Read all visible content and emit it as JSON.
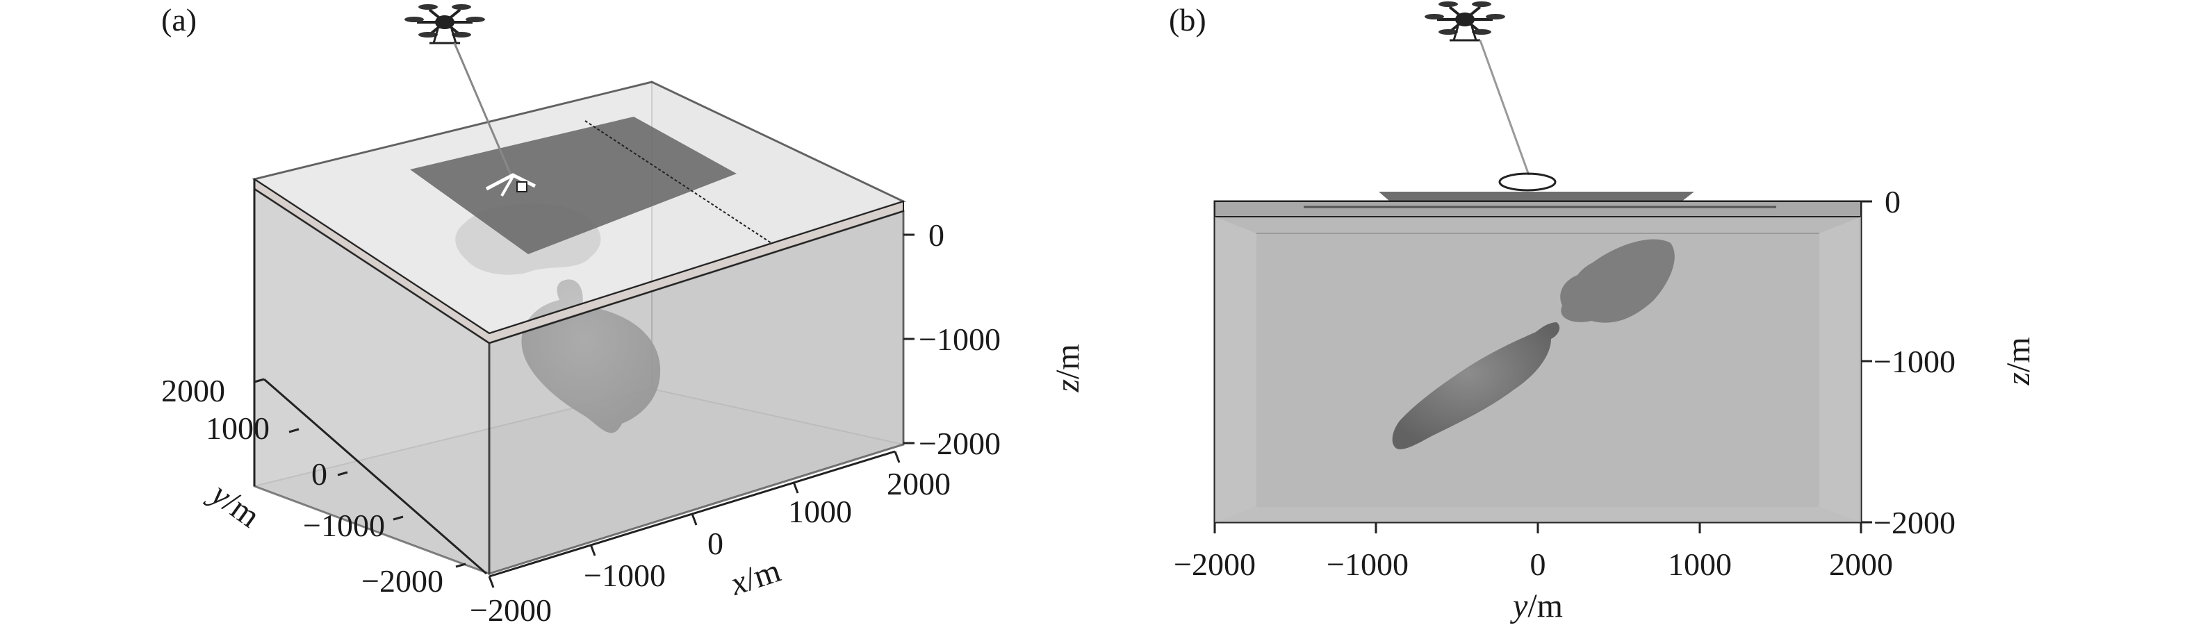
{
  "panels": {
    "a": {
      "label": "(a)",
      "z_axis": {
        "title": "z",
        "unit": "/m",
        "ticks": [
          "0",
          "−1000",
          "−2000"
        ]
      },
      "y_axis": {
        "title": "y",
        "unit": "/m",
        "ticks": [
          "2000",
          "1000",
          "0",
          "−1000",
          "−2000"
        ]
      },
      "x_axis": {
        "title": "x",
        "unit": "/m",
        "ticks": [
          "−2000",
          "−1000",
          "0",
          "1000",
          "2000"
        ]
      }
    },
    "b": {
      "label": "(b)",
      "z_axis": {
        "title": "z",
        "unit": "/m",
        "ticks": [
          "0",
          "−1000",
          "−2000"
        ]
      },
      "y_axis": {
        "title": "y",
        "unit": "/m",
        "ticks": [
          "−2000",
          "−1000",
          "0",
          "1000",
          "2000"
        ]
      }
    }
  },
  "colors": {
    "box_fill": "#c8c8c8",
    "box_fill_light": "#e6e6e6",
    "anomaly": "#7a7a7a",
    "survey_plane": "#6e6e6e",
    "ink": "#1a1a1a"
  },
  "icons": [
    "drone-icon",
    "towed-bird-icon"
  ]
}
